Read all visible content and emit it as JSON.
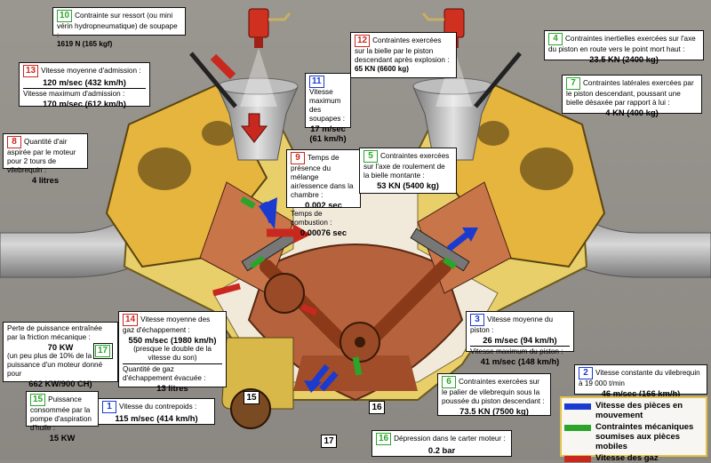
{
  "colors": {
    "blue": "#1a3ad0",
    "green": "#2aa52a",
    "red": "#c8281e",
    "yellow": "#e8cf6a",
    "legend_border": "#e2c24a"
  },
  "markers": {
    "m15": "15",
    "m16": "16",
    "m17": "17"
  },
  "notes": {
    "n10": {
      "num": "10",
      "label": "Contrainte sur ressort (ou mini vérin hydropneumatique) de soupape :",
      "value": "1619 N (165 kgf)"
    },
    "n13": {
      "num": "13",
      "label1": "Vitesse moyenne d'admission :",
      "value1": "120 m/sec (432 km/h)",
      "label2": "Vitesse maximum d'admission :",
      "value2": "170 m/sec (612 km/h)"
    },
    "n8": {
      "num": "8",
      "label": "Quantité d'air aspirée par le moteur pour 2 tours de vilebrequin :",
      "value": "4 litres"
    },
    "n11": {
      "num": "11",
      "label": "Vitesse maximum des soupapes :",
      "value": "17 m/sec (61 km/h)"
    },
    "n12": {
      "num": "12",
      "label": "Contraintes exercées sur la bielle par le piston descendant après explosion :",
      "value": "65 KN (6600 kg)"
    },
    "n4": {
      "num": "4",
      "label": "Contraintes inertielles exercées sur l'axe du piston en route vers le point mort haut :",
      "value": "23.5 KN (2400 kg)"
    },
    "n7": {
      "num": "7",
      "label": "Contraintes latérales exercées par le piston descendant, poussant une bielle désaxée par rapport à lui :",
      "value": "4 KN (400 kg)"
    },
    "n9": {
      "num": "9",
      "label1": "Temps de présence du mélange air/essence dans la chambre :",
      "value1": "0.002 sec",
      "label2": "Temps de combustion :",
      "value2": "0.00076 sec"
    },
    "n5": {
      "num": "5",
      "label": "Contraintes exercées sur l'axe de roulement de la bielle montante :",
      "value": "53 KN (5400 kg)"
    },
    "n3": {
      "num": "3",
      "label1": "Vitesse moyenne du piston :",
      "value1": "26 m/sec (94 km/h)",
      "label2": "Vitesse maximum du piston :",
      "value2": "41 m/sec (148 km/h)"
    },
    "n14": {
      "num": "14",
      "label1": "Vitesse moyenne des gaz d'échappement :",
      "value1": "550 m/sec (1980 km/h)",
      "note": "(presque le double de la vitesse du son)",
      "label2": "Quantité de gaz d'échappement évacuée :",
      "value2": "13 litres"
    },
    "n17": {
      "num": "17",
      "label": "Perte de puissance entraînée par la friction mécanique :",
      "value1": "70 KW",
      "note": "(un peu plus de 10% de la puissance d'un moteur donné pour",
      "value2": "662 KW/900 CH)"
    },
    "n15": {
      "num": "15",
      "label": "Puissance consommée par la pompe d'aspiration d'huile :",
      "value": "15 KW"
    },
    "n1": {
      "num": "1",
      "label": "Vitesse du contrepoids :",
      "value": "115 m/sec (414 km/h)"
    },
    "n6": {
      "num": "6",
      "label": "Contraintes exercées sur le palier de vilebrequin sous la poussée du piston descendant :",
      "value": "73.5 KN (7500 kg)"
    },
    "n2": {
      "num": "2",
      "label": "Vitesse constante du vilebrequin à 19 000 t/min",
      "value": "46 m/sec (166 km/h)"
    },
    "n16": {
      "num": "16",
      "label": "Dépression dans le carter moteur :",
      "value": "0.2 bar"
    }
  },
  "legend": [
    "Vitesse des pièces en mouvement",
    "Contraintes mécaniques soumises aux pièces mobiles",
    "Vitesse des gaz"
  ]
}
